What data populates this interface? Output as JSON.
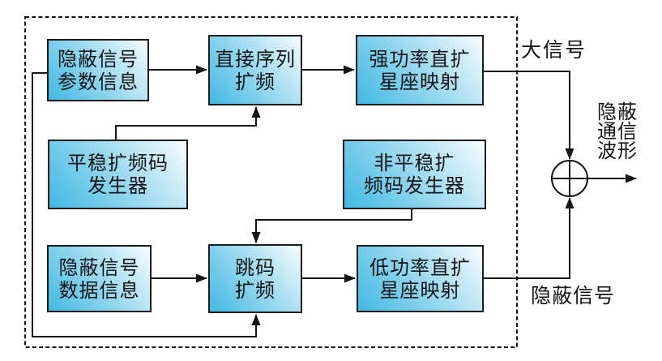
{
  "diagram": {
    "title_implicit": "covert-communication-waveform-generator",
    "boxes": [
      {
        "id": "covert-signal-parameter-info",
        "line1": "隐蔽信号",
        "line2": "参数信息"
      },
      {
        "id": "direct-sequence-spread",
        "line1": "直接序列",
        "line2": "扩频"
      },
      {
        "id": "stationary-code-generator",
        "line1": "平稳扩频码",
        "line2": "发生器"
      },
      {
        "id": "high-power-ds-constellation",
        "line1": "强功率直扩",
        "line2": "星座映射"
      },
      {
        "id": "covert-signal-data-info",
        "line1": "隐蔽信号",
        "line2": "数据信息"
      },
      {
        "id": "code-hopping-spread",
        "line1": "跳码",
        "line2": "扩频"
      },
      {
        "id": "nonstationary-code-generator",
        "line1": "非平稳扩",
        "line2": "频码发生器"
      },
      {
        "id": "low-power-ds-constellation",
        "line1": "低功率直扩",
        "line2": "星座映射"
      }
    ],
    "labels": {
      "big_signal": "大信号",
      "covert_signal": "隐蔽信号",
      "output_line1": "隐蔽",
      "output_line2": "通信",
      "output_line3": "波形"
    },
    "symbols": {
      "adder": "circled-plus"
    },
    "colors": {
      "box_gradient_start": "#41b9e2",
      "box_gradient_end": "#f7fcfe",
      "line": "#151515",
      "background": "#ffffff"
    }
  }
}
